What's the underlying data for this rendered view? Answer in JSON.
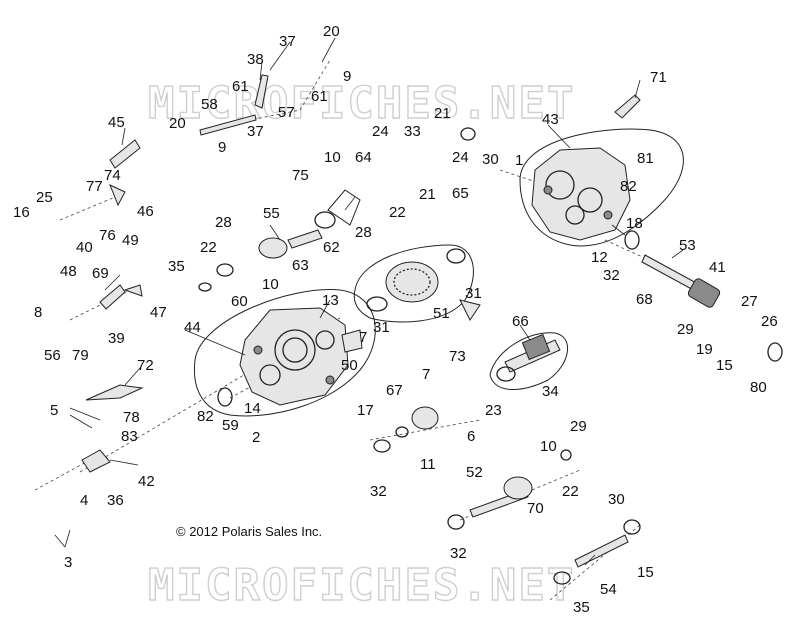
{
  "watermark": "MICROFICHES.NET",
  "copyright": "© 2012 Polaris Sales Inc.",
  "callouts": [
    "20",
    "37",
    "9",
    "38",
    "61",
    "61",
    "57",
    "58",
    "20",
    "9",
    "37",
    "71",
    "45",
    "21",
    "24",
    "33",
    "43",
    "30",
    "1",
    "81",
    "24",
    "10",
    "64",
    "21",
    "65",
    "82",
    "75",
    "22",
    "74",
    "77",
    "25",
    "46",
    "16",
    "40",
    "76",
    "49",
    "28",
    "55",
    "28",
    "62",
    "18",
    "22",
    "63",
    "12",
    "53",
    "32",
    "10",
    "35",
    "60",
    "41",
    "68",
    "51",
    "48",
    "69",
    "31",
    "13",
    "31",
    "47",
    "8",
    "29",
    "27",
    "39",
    "7",
    "56",
    "79",
    "44",
    "66",
    "26",
    "19",
    "50",
    "15",
    "73",
    "7",
    "80",
    "72",
    "67",
    "34",
    "17",
    "23",
    "5",
    "78",
    "82",
    "59",
    "14",
    "6",
    "2",
    "29",
    "10",
    "11",
    "83",
    "22",
    "42",
    "32",
    "36",
    "52",
    "4",
    "70",
    "30",
    "3",
    "32",
    "15",
    "54",
    "35"
  ]
}
